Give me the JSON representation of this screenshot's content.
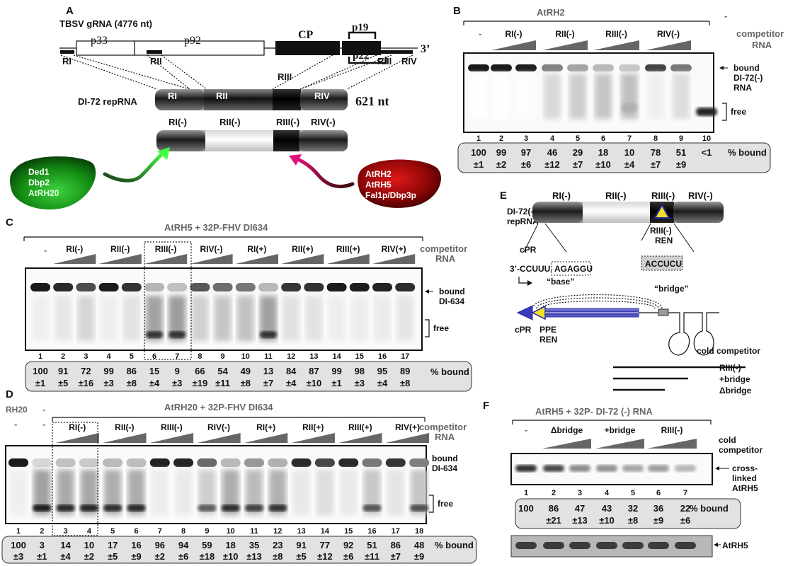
{
  "panelA": {
    "letter": "A",
    "genome_title": "TBSV gRNA (4776 nt)",
    "orfs": [
      "p33",
      "p92",
      "CP",
      "p19",
      "p22"
    ],
    "three_prime": "3’",
    "region_tags": [
      "RI",
      "RII",
      "RIII",
      "RIII",
      "RIV"
    ],
    "repRNA_name": "DI-72 repRNA",
    "repRNA_size": "621 nt",
    "regions_plus": [
      "RI",
      "RII",
      "RIV"
    ],
    "regions_minus": [
      "RI(-)",
      "RII(-)",
      "RIII(-)",
      "RIV(-)"
    ],
    "green_blob": [
      "Ded1",
      "Dbp2",
      "AtRH20"
    ],
    "red_blob": [
      "AtRH2",
      "AtRH5",
      "Fal1p/Dbp3p"
    ],
    "colors": {
      "green": "#2db82d",
      "red": "#b01010",
      "magenta": "#c0106e"
    }
  },
  "panelB": {
    "letter": "B",
    "protein": "AtRH2",
    "dash_left": "-",
    "dash_right": "-",
    "competitors": [
      "RI(-)",
      "RII(-)",
      "RIII(-)",
      "RIV(-)"
    ],
    "competitor_label": [
      "competitor",
      "RNA"
    ],
    "bound_label": [
      "bound",
      "DI-72(-)",
      "RNA"
    ],
    "free_label": "free",
    "lanes": [
      "1",
      "2",
      "3",
      "4",
      "5",
      "6",
      "7",
      "8",
      "9",
      "10"
    ],
    "pct": [
      "100",
      "99",
      "97",
      "46",
      "29",
      "18",
      "10",
      "78",
      "51",
      "<1"
    ],
    "err": [
      "±1",
      "±2",
      "±6",
      "±12",
      "±7",
      "±10",
      "±4",
      "±7",
      "±9",
      ""
    ],
    "pct_label": "% bound"
  },
  "panelC": {
    "letter": "C",
    "title": "AtRH5 + 32P-FHV DI634",
    "dash": "-",
    "competitors": [
      "RI(-)",
      "RII(-)",
      "RIII(-)",
      "RIV(-)",
      "RI(+)",
      "RII(+)",
      "RIII(+)",
      "RIV(+)"
    ],
    "competitor_label": [
      "competitor",
      "RNA"
    ],
    "bound_label": [
      "bound",
      "DI-634"
    ],
    "free_label": "free",
    "lanes": [
      "1",
      "2",
      "3",
      "4",
      "5",
      "6",
      "7",
      "8",
      "9",
      "10",
      "11",
      "12",
      "13",
      "14",
      "15",
      "16",
      "17"
    ],
    "pct": [
      "100",
      "91",
      "72",
      "99",
      "86",
      "15",
      "9",
      "66",
      "54",
      "49",
      "13",
      "84",
      "87",
      "99",
      "98",
      "95",
      "89"
    ],
    "err": [
      "±1",
      "±5",
      "±16",
      "±3",
      "±8",
      "±4",
      "±3",
      "±19",
      "±11",
      "±8",
      "±7",
      "±4",
      "±10",
      "±1",
      "±3",
      "±4",
      "±8"
    ],
    "pct_label": "% bound"
  },
  "panelD": {
    "letter": "D",
    "rh20": "RH20",
    "dash": "-",
    "title": "AtRH20 + 32P-FHV DI634",
    "competitors": [
      "RI(-)",
      "RII(-)",
      "RIII(-)",
      "RIV(-)",
      "RI(+)",
      "RII(+)",
      "RIII(+)",
      "RIV(+)"
    ],
    "competitor_label": [
      "competitor",
      "RNA"
    ],
    "bound_label": [
      "bound",
      "DI-634"
    ],
    "free_label": "free",
    "lanes": [
      "1",
      "2",
      "3",
      "4",
      "5",
      "6",
      "7",
      "8",
      "9",
      "10",
      "11",
      "12",
      "13",
      "14",
      "15",
      "16",
      "17",
      "18"
    ],
    "pct": [
      "100",
      "3",
      "14",
      "10",
      "17",
      "16",
      "96",
      "94",
      "59",
      "18",
      "35",
      "23",
      "91",
      "77",
      "92",
      "51",
      "86",
      "48"
    ],
    "err": [
      "±3",
      "±1",
      "±4",
      "±2",
      "±5",
      "±9",
      "±2",
      "±6",
      "±18",
      "±10",
      "±13",
      "±8",
      "±5",
      "±12",
      "±6",
      "±11",
      "±7",
      "±9"
    ],
    "pct_label": "% bound"
  },
  "panelE": {
    "letter": "E",
    "rep_name": [
      "DI-72(-)",
      "repRNA"
    ],
    "regions": [
      "RI(-)",
      "RII(-)",
      "RIII(-)",
      "RIV(-)"
    ],
    "riii_ren": [
      "RIII(-)",
      "REN"
    ],
    "cpr": "cPR",
    "seq_prefix": "3’-CCUUUA",
    "seq_base": "AGAGGU",
    "base_label": "“base”",
    "seq_bridge": "ACCUCU",
    "bridge_label": "“bridge”",
    "cpr_bottom": "cPR",
    "ppe_ren": [
      "PPE",
      "REN"
    ],
    "cold_competitor": "cold competitor",
    "competitor_list": [
      "RIII(-)",
      "+bridge",
      "Δbridge"
    ],
    "colors": {
      "blue": "#2a2aa8",
      "yellow": "#f0e020"
    }
  },
  "panelF": {
    "letter": "F",
    "title": "AtRH5  +  32P- DI-72 (-) RNA",
    "dash": "-",
    "competitors": [
      "Δbridge",
      "+bridge",
      "RIII(-)"
    ],
    "cold_label": [
      "cold",
      "competitor"
    ],
    "crosslink_label": [
      "cross-",
      "linked",
      "AtRH5"
    ],
    "lanes": [
      "1",
      "2",
      "3",
      "4",
      "5",
      "6",
      "7"
    ],
    "pct": [
      "100",
      "86",
      "47",
      "43",
      "32",
      "36",
      "22"
    ],
    "err": [
      "",
      "±21",
      "±13",
      "±10",
      "±8",
      "±9",
      "±6"
    ],
    "pct_label": "% bound",
    "loading_label": "AtRH5"
  }
}
